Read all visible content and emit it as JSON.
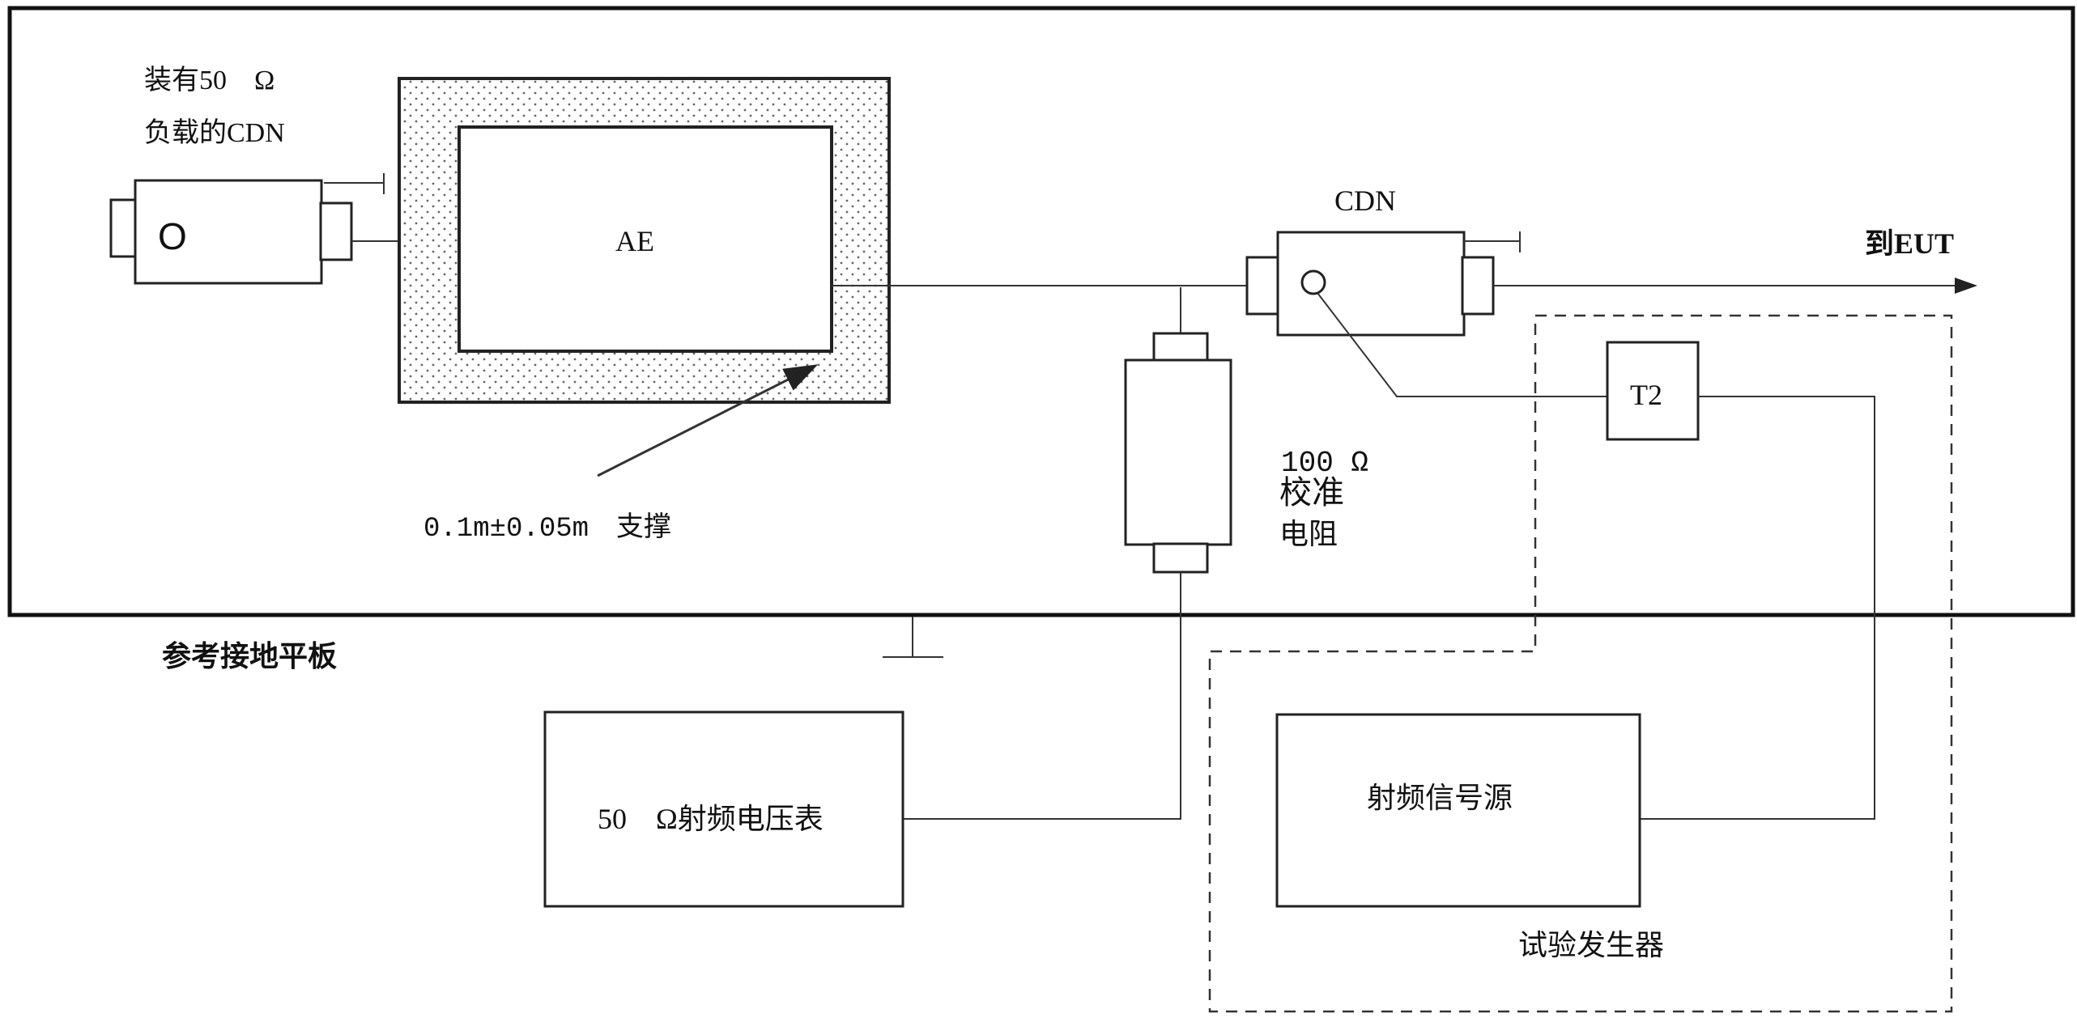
{
  "labels": {
    "cdn_50_line1": "装有50　Ω",
    "cdn_50_line2": "负载的CDN",
    "cdn_50_symbol": "O",
    "ae": "AE",
    "cdn": "CDN",
    "to_eut": "到EUT",
    "t2": "T2",
    "resistor_line1": "100 Ω",
    "resistor_line2": "校准",
    "resistor_line3": "电阻",
    "support": "0.1m±0.05m　支撑",
    "ground_plane": "参考接地平板",
    "voltmeter": "50　Ω射频电压表",
    "rf_source": "射频信号源",
    "test_generator": "试验发生器"
  }
}
